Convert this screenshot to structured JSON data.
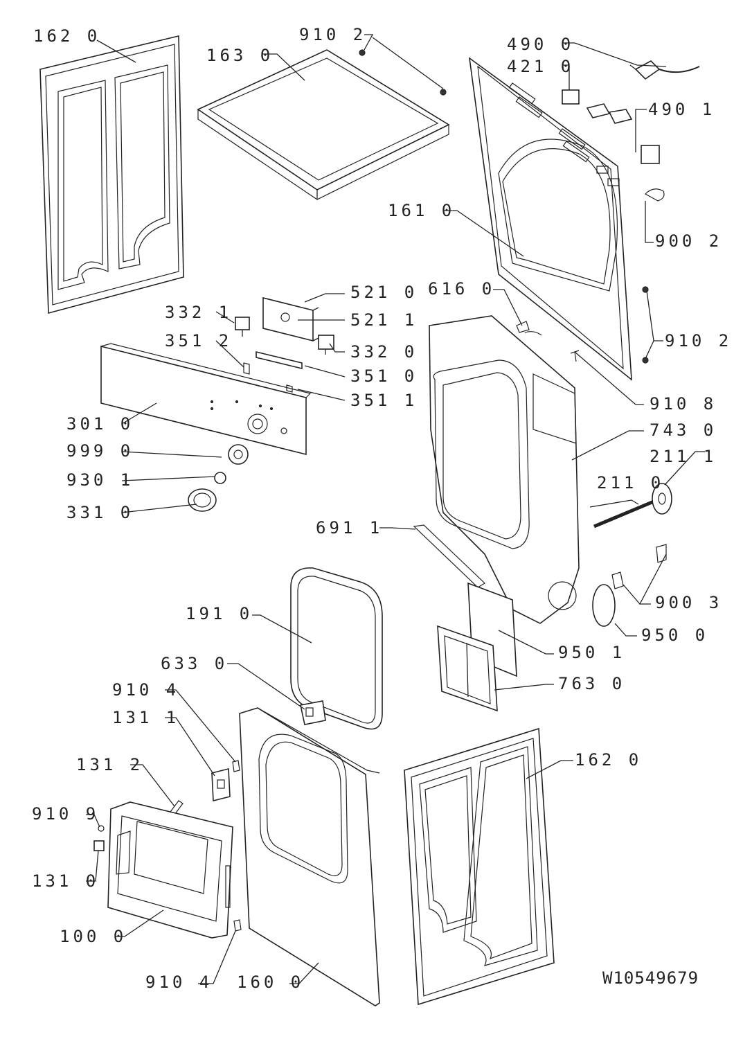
{
  "drawing_number": "W10549679",
  "callouts": [
    "162 0",
    "163 0",
    "910 2",
    "490 0",
    "421 0",
    "490 1",
    "161 0",
    "900 2",
    "521 0",
    "521 1",
    "332 1",
    "351 2",
    "332 0",
    "351 0",
    "351 1",
    "616 0",
    "910 2",
    "910 8",
    "301 0",
    "743 0",
    "211 1",
    "211 0",
    "999 0",
    "930 1",
    "331 0",
    "691 1",
    "900 3",
    "950 0",
    "950 1",
    "191 0",
    "763 0",
    "633 0",
    "910 4",
    "131 1",
    "162 0",
    "131 2",
    "910 9",
    "131 0",
    "100 0",
    "910 4",
    "160 0"
  ]
}
